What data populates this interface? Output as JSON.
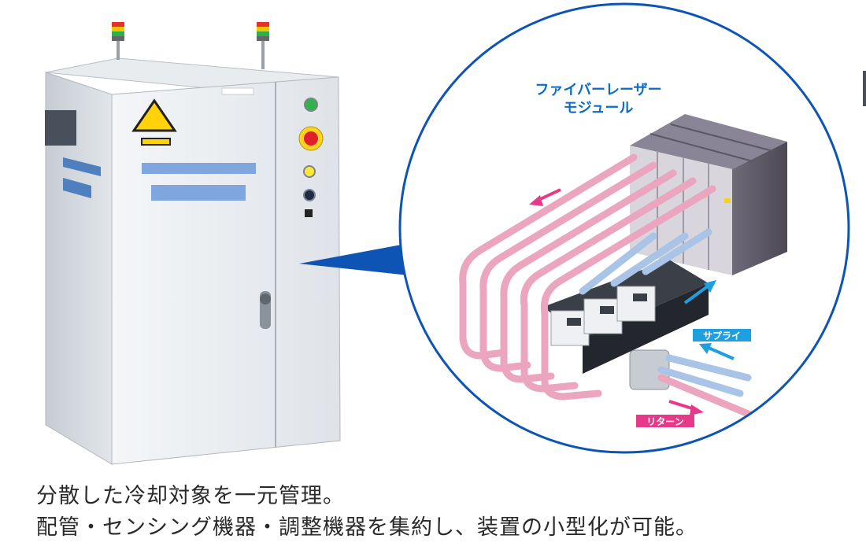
{
  "module_label": {
    "line1": "ファイバーレーザー",
    "line2": "モジュール"
  },
  "supply_label": "サプライ",
  "return_label": "リターン",
  "caption": {
    "line1": "分散した冷却対象を一元管理。",
    "line2": "配管・センシング機器・調整機器を集約し、装置の小型化が可能。"
  },
  "colors": {
    "supply": "#1ea0e0",
    "return": "#e8388a",
    "title": "#0a6cc8",
    "callout": "#0e54b4"
  }
}
